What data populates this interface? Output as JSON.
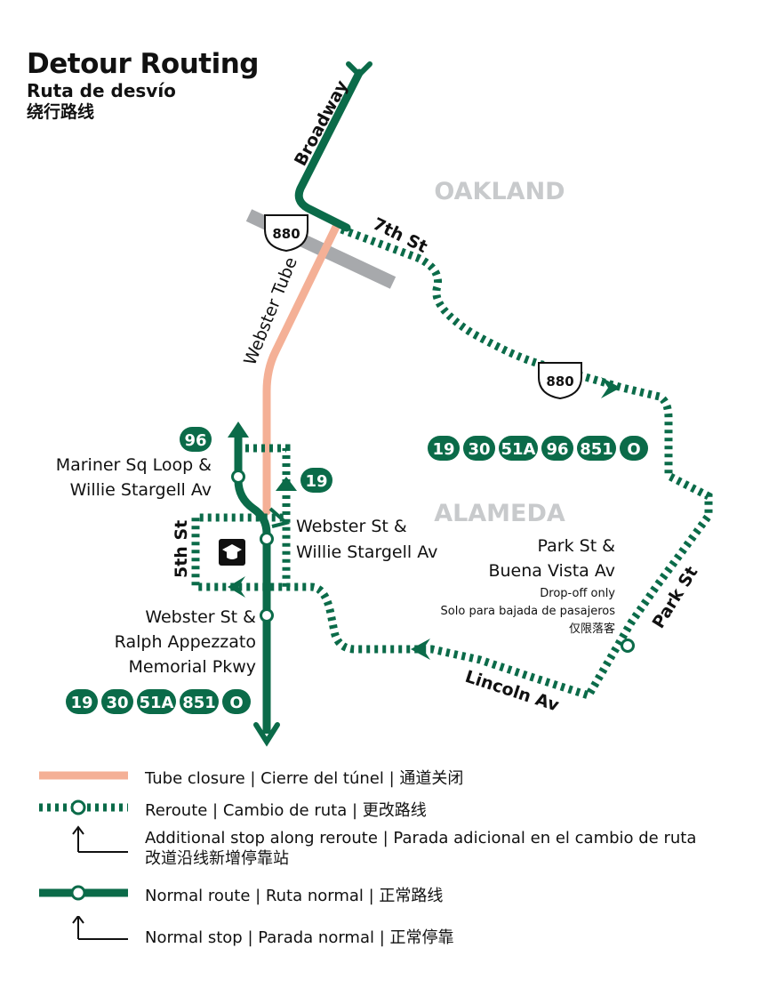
{
  "title": {
    "en": "Detour Routing",
    "es": "Ruta de desvío",
    "zh": "绕行路线"
  },
  "areas": {
    "oakland": "OAKLAND",
    "alameda": "ALAMEDA"
  },
  "streets": {
    "broadway": "Broadway",
    "seventh": "7th St",
    "webster_tube": "Webster Tube",
    "fifth": "5th St",
    "park": "Park St",
    "lincoln": "Lincoln Av"
  },
  "highway_shield": "880",
  "stops": {
    "mariner": [
      "Mariner Sq Loop &",
      "Willie Stargell Av"
    ],
    "webster_willie": [
      "Webster St &",
      "Willie Stargell Av"
    ],
    "webster_ralph": [
      "Webster St &",
      "Ralph Appezzato",
      "Memorial Pkwy"
    ],
    "park_buena": [
      "Park St &",
      "Buena Vista Av"
    ],
    "park_notes": [
      "Drop-off only",
      "Solo para bajada de pasajeros",
      "仅限落客"
    ]
  },
  "routes": {
    "reroute_badges": [
      "19",
      "30",
      "51A",
      "96",
      "851",
      "O"
    ],
    "normal_badges": [
      "19",
      "30",
      "51A",
      "851",
      "O"
    ],
    "mariner_badge": "96",
    "north_badge": "19"
  },
  "legend": {
    "tube_closure": "Tube closure  |  Cierre del túnel  |  通道关闭",
    "reroute": "Reroute  |  Cambio de ruta  |  更改路线",
    "additional_stop_1": "Additional stop along reroute  |  Parada adicional en el cambio de ruta",
    "additional_stop_2": "改道沿线新增停靠站",
    "normal_route": "Normal route  |  Ruta normal  |  正常路线",
    "normal_stop": "Normal stop  |  Parada normal  |  正常停靠"
  },
  "colors": {
    "route_green": "#0b6b49",
    "closure_salmon": "#f4b096",
    "freeway_gray": "#a7a9ac",
    "area_label_gray": "#c8cacc"
  }
}
